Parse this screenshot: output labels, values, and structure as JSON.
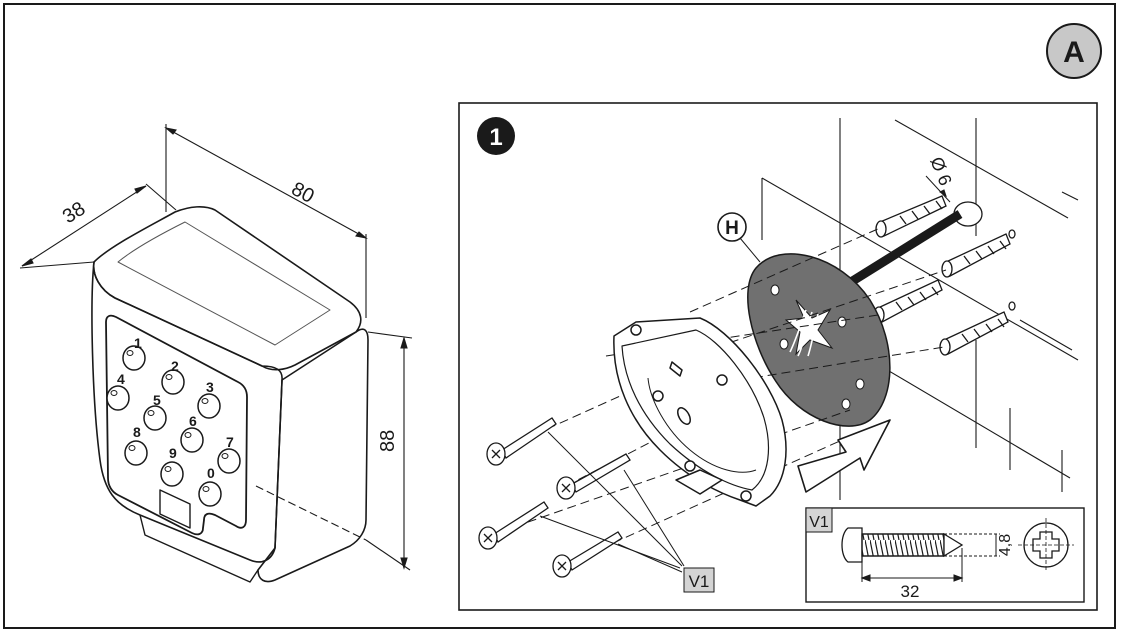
{
  "figure": {
    "badge_label": "A",
    "colors": {
      "line": "#1a1a1a",
      "badge_fill": "#c8c8c8",
      "plate_fill": "#707070",
      "label_box_fill": "#d4d4d4"
    }
  },
  "device": {
    "dim_width": "80",
    "dim_depth": "38",
    "dim_height": "88",
    "keys": [
      "1",
      "2",
      "3",
      "4",
      "5",
      "6",
      "7",
      "8",
      "9",
      "0"
    ]
  },
  "installation": {
    "step_number": "1",
    "plate_label": "H",
    "drill_diameter": "Ø 6",
    "screw_label": "V1",
    "inset": {
      "screw_label": "V1",
      "screw_length": "32",
      "screw_diameter": "4,8"
    }
  }
}
